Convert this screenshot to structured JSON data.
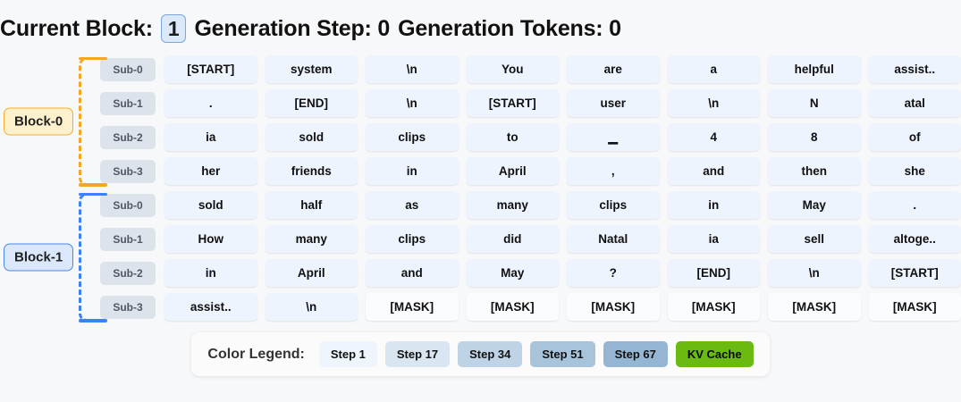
{
  "header": {
    "current_block_label": "Current Block:",
    "current_block_value": "1",
    "generation_step": "Generation Step: 0",
    "generation_tokens": "Generation Tokens: 0"
  },
  "blocks": [
    {
      "tag": "Block-0",
      "tag_bg": "#fdf0cd",
      "tag_border": "#f2ae2e",
      "bracket_color": "#f5a623",
      "rows": [
        {
          "sub": "Sub-0",
          "tokens": [
            "[START]",
            "system",
            "\\n",
            "You",
            "are",
            "a",
            "helpful",
            "assist.."
          ]
        },
        {
          "sub": "Sub-1",
          "tokens": [
            ".",
            "[END]",
            "\\n",
            "[START]",
            "user",
            "\\n",
            "N",
            "atal"
          ]
        },
        {
          "sub": "Sub-2",
          "tokens": [
            "ia",
            "sold",
            "clips",
            "to",
            "▁",
            "4",
            "8",
            "of"
          ]
        },
        {
          "sub": "Sub-3",
          "tokens": [
            "her",
            "friends",
            "in",
            "April",
            ",",
            "and",
            "then",
            "she"
          ]
        }
      ]
    },
    {
      "tag": "Block-1",
      "tag_bg": "#dbe8fb",
      "tag_border": "#4a86e8",
      "bracket_color": "#3b82f6",
      "rows": [
        {
          "sub": "Sub-0",
          "tokens": [
            "sold",
            "half",
            "as",
            "many",
            "clips",
            "in",
            "May",
            "."
          ]
        },
        {
          "sub": "Sub-1",
          "tokens": [
            "How",
            "many",
            "clips",
            "did",
            "Natal",
            "ia",
            "sell",
            "altoge.."
          ]
        },
        {
          "sub": "Sub-2",
          "tokens": [
            "in",
            "April",
            "and",
            "May",
            "?",
            "[END]",
            "\\n",
            "[START]"
          ]
        },
        {
          "sub": "Sub-3",
          "tokens": [
            "assist..",
            "\\n",
            "[MASK]",
            "[MASK]",
            "[MASK]",
            "[MASK]",
            "[MASK]",
            "[MASK]"
          ]
        }
      ]
    }
  ],
  "legend": {
    "title": "Color Legend:",
    "chips": [
      {
        "label": "Step 1",
        "color": "#eef5fd"
      },
      {
        "label": "Step 17",
        "color": "#d9e6f2"
      },
      {
        "label": "Step 34",
        "color": "#bed3e5"
      },
      {
        "label": "Step 51",
        "color": "#a8c4db"
      },
      {
        "label": "Step 67",
        "color": "#95b6d2"
      },
      {
        "label": "KV Cache",
        "color": "#6aba12"
      }
    ]
  }
}
